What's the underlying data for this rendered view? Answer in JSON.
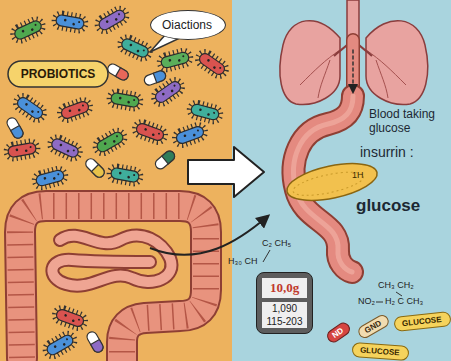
{
  "diagram": {
    "nodes": [
      {
        "text": [
          "Oiactions"
        ]
      },
      {
        "text": [
          "10,0g",
          "1,090",
          "115-203"
        ]
      },
      {
        "text": [
          "GLUCOSE"
        ]
      },
      {
        "text": [
          "GND"
        ]
      },
      {
        "text": [
          "ND"
        ]
      },
      {
        "text": [
          "GLUCOSE"
        ]
      }
    ],
    "labels": [
      "PROBIOTICS",
      "Blood taking glucose",
      "insurrin :",
      "1H",
      "glucose",
      "C₂ CH₅",
      "H₃₀ CH",
      "CH₃ CH₂",
      "NO₂",
      "H₂ C CH₃"
    ]
  }
}
